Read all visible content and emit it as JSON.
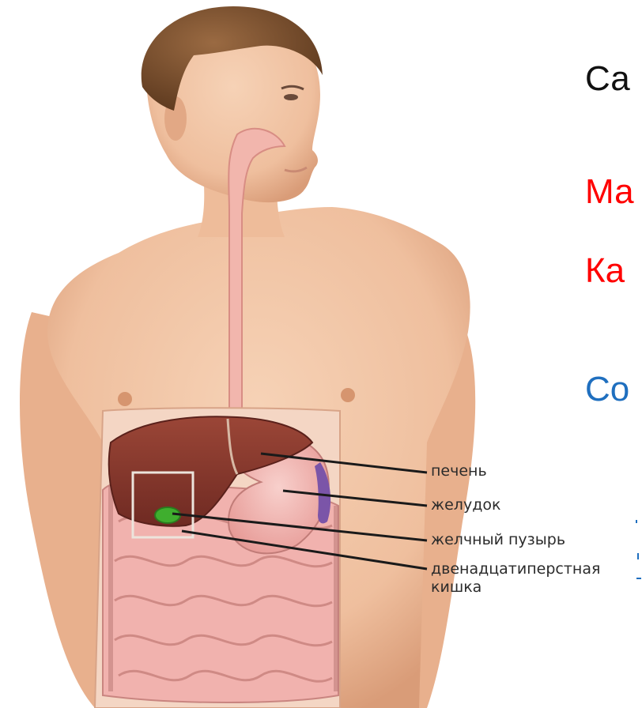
{
  "labels": {
    "liver": "печень",
    "stomach": "желудок",
    "gallbladder": "желчный пузырь",
    "duodenum_1": "двенадцатиперстная",
    "duodenum_2": "кишка"
  },
  "slide_text": {
    "line1": "Са",
    "line2": "Ма",
    "line3": "Ка",
    "line4": "Со"
  },
  "colors": {
    "skin": "#f1c6a6",
    "skin_shadow": "#d99c78",
    "hair": "#7a4b2a",
    "liver": "#8e3b30",
    "stomach": "#f3b7b3",
    "intestine": "#f1b2ae",
    "esophagus": "#f2b6ad",
    "gallbladder": "#3fae2e",
    "slide_black": "#111111",
    "slide_red": "#ff0000",
    "slide_blue": "#1f6fbf"
  }
}
